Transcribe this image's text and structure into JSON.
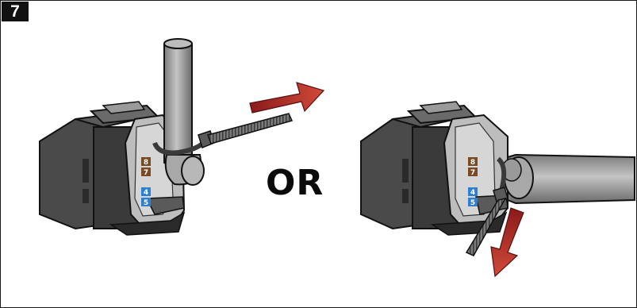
{
  "step": {
    "number": "7"
  },
  "separator": {
    "text": "OR"
  },
  "colors": {
    "jack_body": "#4a4a4a",
    "jack_face": "#3a3a3a",
    "cable": "#9a9a9a",
    "cable_tie": "#6e6e6e",
    "arrow": "#b02a2a",
    "label_brown": "#7a4a22",
    "label_blue": "#2f7fd0"
  },
  "left_view": {
    "wire_labels": [
      "8",
      "7",
      "4",
      "5"
    ],
    "icons": [
      "keystone-jack-icon",
      "vertical-cable-icon",
      "cable-tie-icon",
      "pull-right-arrow-icon"
    ]
  },
  "right_view": {
    "wire_labels": [
      "8",
      "7",
      "4",
      "5"
    ],
    "icons": [
      "keystone-jack-icon",
      "horizontal-cable-icon",
      "cable-tie-icon",
      "pull-down-arrow-icon"
    ]
  }
}
